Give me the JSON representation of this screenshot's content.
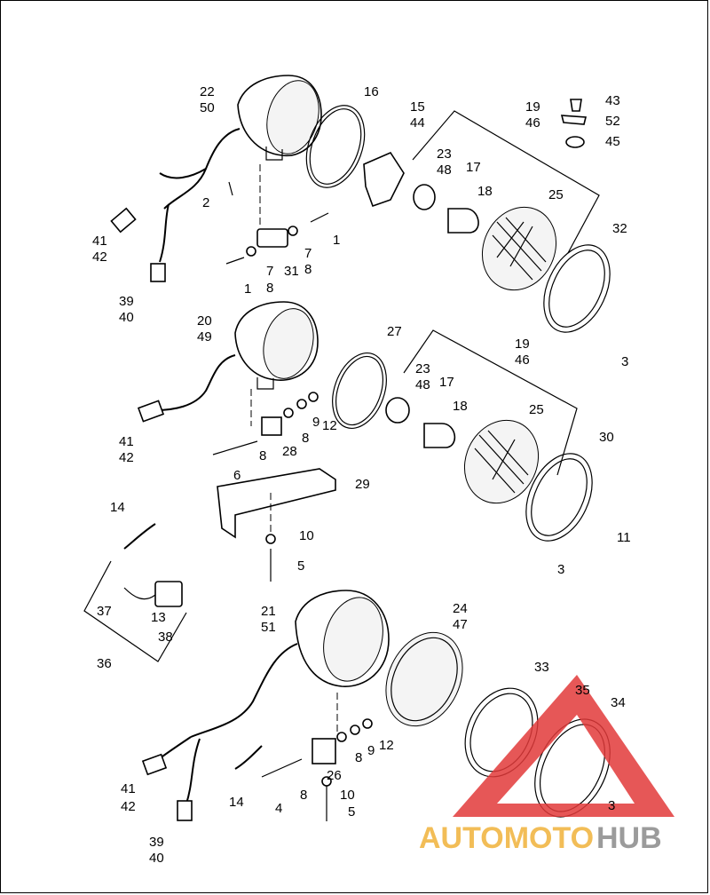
{
  "brand": {
    "watermark_a": "AUTOMOTO",
    "watermark_b": "HUB",
    "color_a": "#f0b23a",
    "color_b": "#8a8a8a",
    "triangle_color": "#e23a3a"
  },
  "callouts": [
    {
      "id": "c-22",
      "text": "22"
    },
    {
      "id": "c-50",
      "text": "50"
    },
    {
      "id": "c-16",
      "text": "16"
    },
    {
      "id": "c-15",
      "text": "15"
    },
    {
      "id": "c-44",
      "text": "44"
    },
    {
      "id": "c-19a",
      "text": "19"
    },
    {
      "id": "c-46a",
      "text": "46"
    },
    {
      "id": "c-43",
      "text": "43"
    },
    {
      "id": "c-52",
      "text": "52"
    },
    {
      "id": "c-45",
      "text": "45"
    },
    {
      "id": "c-23a",
      "text": "23"
    },
    {
      "id": "c-48a",
      "text": "48"
    },
    {
      "id": "c-17a",
      "text": "17"
    },
    {
      "id": "c-18a",
      "text": "18"
    },
    {
      "id": "c-25a",
      "text": "25"
    },
    {
      "id": "c-32",
      "text": "32"
    },
    {
      "id": "c-3a",
      "text": "3"
    },
    {
      "id": "c-2",
      "text": "2"
    },
    {
      "id": "c-1a",
      "text": "1"
    },
    {
      "id": "c-7a",
      "text": "7"
    },
    {
      "id": "c-8a",
      "text": "8"
    },
    {
      "id": "c-41a",
      "text": "41"
    },
    {
      "id": "c-42a",
      "text": "42"
    },
    {
      "id": "c-1b",
      "text": "1"
    },
    {
      "id": "c-7b",
      "text": "7"
    },
    {
      "id": "c-8b",
      "text": "8"
    },
    {
      "id": "c-31",
      "text": "31"
    },
    {
      "id": "c-39a",
      "text": "39"
    },
    {
      "id": "c-40a",
      "text": "40"
    },
    {
      "id": "c-20",
      "text": "20"
    },
    {
      "id": "c-49",
      "text": "49"
    },
    {
      "id": "c-27",
      "text": "27"
    },
    {
      "id": "c-19b",
      "text": "19"
    },
    {
      "id": "c-46b",
      "text": "46"
    },
    {
      "id": "c-23b",
      "text": "23"
    },
    {
      "id": "c-48b",
      "text": "48"
    },
    {
      "id": "c-17b",
      "text": "17"
    },
    {
      "id": "c-18b",
      "text": "18"
    },
    {
      "id": "c-25b",
      "text": "25"
    },
    {
      "id": "c-41b",
      "text": "41"
    },
    {
      "id": "c-42b",
      "text": "42"
    },
    {
      "id": "c-9a",
      "text": "9"
    },
    {
      "id": "c-12a",
      "text": "12"
    },
    {
      "id": "c-8c",
      "text": "8"
    },
    {
      "id": "c-28",
      "text": "28"
    },
    {
      "id": "c-8d",
      "text": "8"
    },
    {
      "id": "c-6",
      "text": "6"
    },
    {
      "id": "c-29",
      "text": "29"
    },
    {
      "id": "c-30",
      "text": "30"
    },
    {
      "id": "c-11",
      "text": "11"
    },
    {
      "id": "c-3b",
      "text": "3"
    },
    {
      "id": "c-14a",
      "text": "14"
    },
    {
      "id": "c-10a",
      "text": "10"
    },
    {
      "id": "c-5a",
      "text": "5"
    },
    {
      "id": "c-37",
      "text": "37"
    },
    {
      "id": "c-13",
      "text": "13"
    },
    {
      "id": "c-38",
      "text": "38"
    },
    {
      "id": "c-36",
      "text": "36"
    },
    {
      "id": "c-21",
      "text": "21"
    },
    {
      "id": "c-51",
      "text": "51"
    },
    {
      "id": "c-24",
      "text": "24"
    },
    {
      "id": "c-47",
      "text": "47"
    },
    {
      "id": "c-33",
      "text": "33"
    },
    {
      "id": "c-35",
      "text": "35"
    },
    {
      "id": "c-34",
      "text": "34"
    },
    {
      "id": "c-41c",
      "text": "41"
    },
    {
      "id": "c-42c",
      "text": "42"
    },
    {
      "id": "c-8e",
      "text": "8"
    },
    {
      "id": "c-9b",
      "text": "9"
    },
    {
      "id": "c-12b",
      "text": "12"
    },
    {
      "id": "c-26",
      "text": "26"
    },
    {
      "id": "c-8f",
      "text": "8"
    },
    {
      "id": "c-10b",
      "text": "10"
    },
    {
      "id": "c-14b",
      "text": "14"
    },
    {
      "id": "c-4",
      "text": "4"
    },
    {
      "id": "c-5b",
      "text": "5"
    },
    {
      "id": "c-3c",
      "text": "3"
    },
    {
      "id": "c-39b",
      "text": "39"
    },
    {
      "id": "c-40b",
      "text": "40"
    }
  ]
}
